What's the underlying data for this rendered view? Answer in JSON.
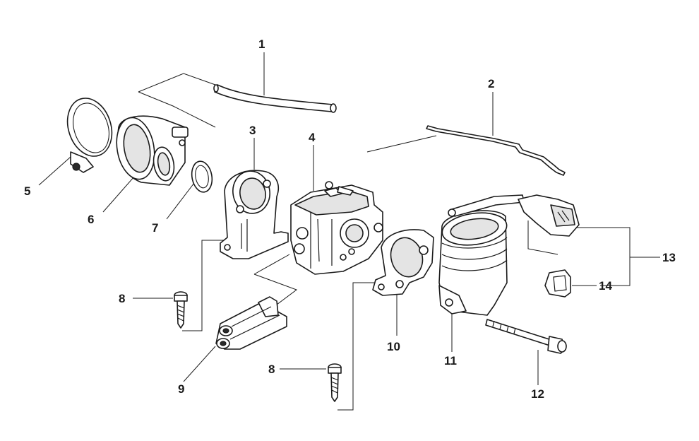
{
  "callouts": [
    {
      "id": "c1",
      "label": "1"
    },
    {
      "id": "c2",
      "label": "2"
    },
    {
      "id": "c3",
      "label": "3"
    },
    {
      "id": "c4",
      "label": "4"
    },
    {
      "id": "c5",
      "label": "5"
    },
    {
      "id": "c6",
      "label": "6"
    },
    {
      "id": "c7",
      "label": "7"
    },
    {
      "id": "c8a",
      "label": "8"
    },
    {
      "id": "c8b",
      "label": "8"
    },
    {
      "id": "c9",
      "label": "9"
    },
    {
      "id": "c10",
      "label": "10"
    },
    {
      "id": "c11",
      "label": "11"
    },
    {
      "id": "c12",
      "label": "12"
    },
    {
      "id": "c13",
      "label": "13"
    },
    {
      "id": "c14",
      "label": "14"
    }
  ],
  "colors": {
    "line": "#1a1a1a",
    "background": "#ffffff",
    "shade": "#e4e4e4"
  }
}
